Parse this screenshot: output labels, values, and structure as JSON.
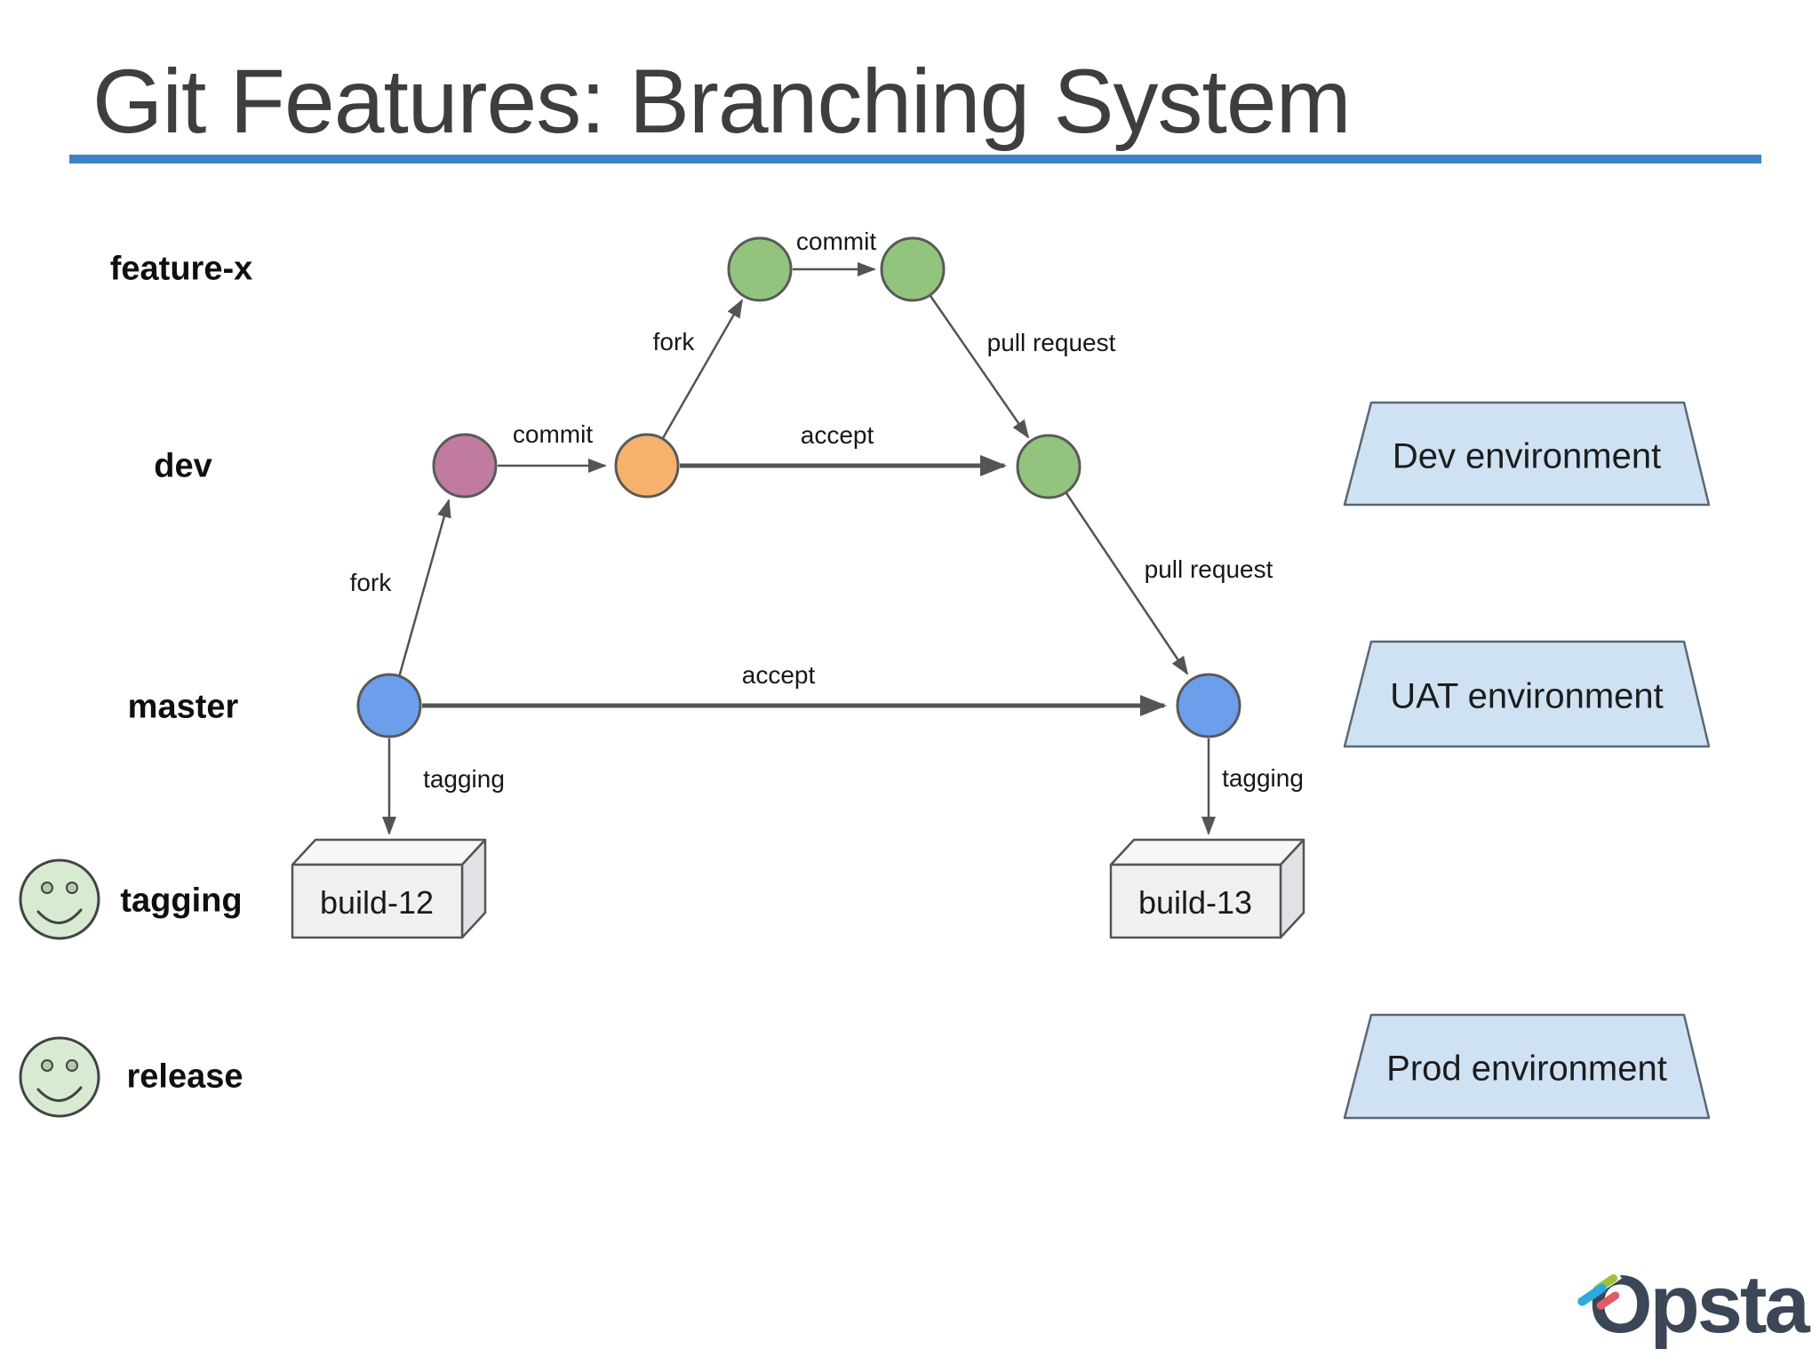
{
  "slide": {
    "title": "Git Features: Branching System"
  },
  "branch_rows": {
    "feature": "feature-x",
    "dev": "dev",
    "master": "master",
    "tagging": "tagging",
    "release": "release"
  },
  "edge_labels": {
    "commit_feature": "commit",
    "fork_feature": "fork",
    "pull_request_feature": "pull request",
    "commit_dev": "commit",
    "accept_dev": "accept",
    "fork_master": "fork",
    "pull_request_dev": "pull request",
    "accept_master": "accept",
    "tagging_left": "tagging",
    "tagging_right": "tagging"
  },
  "builds": {
    "left": "build-12",
    "right": "build-13"
  },
  "environments": {
    "dev": "Dev environment",
    "uat": "UAT environment",
    "prod": "Prod environment"
  },
  "logo": {
    "brand": "Opsta"
  },
  "colors": {
    "divider_blue": "#3d82c4",
    "node_green": "#93c47d",
    "node_purple": "#c27ba0",
    "node_orange": "#f6b26b",
    "node_blue": "#6d9eeb",
    "node_stroke": "#595959",
    "arrow_gray": "#545454",
    "env_fill": "#cfe2f3",
    "env_stroke": "#5b6773",
    "box_front": "#f0f0f2",
    "box_top": "#f7f7f9",
    "box_side": "#e2e2e6",
    "smiley_fill": "#d9ead3",
    "smiley_stroke": "#434343",
    "logo_navy": "#3b4656",
    "logo_dash_blue": "#30a9e0",
    "logo_dash_green": "#9cc23c",
    "logo_dash_red": "#e05c68"
  }
}
